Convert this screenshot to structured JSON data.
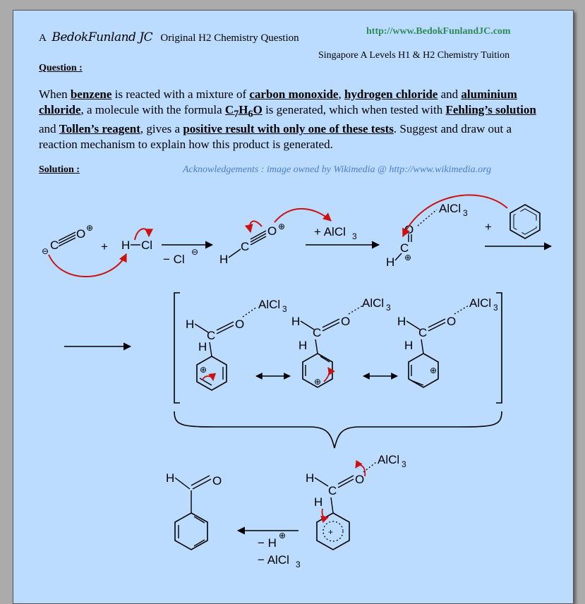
{
  "header": {
    "prefix": "A",
    "logo": "BedokFunland JC",
    "subtitle": "Original H2 Chemistry Question",
    "url": "http://www.BedokFunlandJC.com",
    "tuition": "Singapore A Levels H1 & H2 Chemistry Tuition"
  },
  "question": {
    "label": "Question :",
    "parts": [
      "When ",
      "benzene",
      " is reacted with a mixture of ",
      "carbon monoxide",
      ", ",
      "hydrogen chloride",
      " and ",
      "aluminium chloride",
      ", a molecule with the formula ",
      "C",
      "7",
      "H",
      "6",
      "O",
      " is generated, which when tested with ",
      "Fehling’s solution",
      " and ",
      "Tollen’s reagent",
      ", gives a ",
      "positive result with only one of these tests",
      ". Suggest and draw out a reaction mechanism to explain how this product is generated."
    ]
  },
  "solution": {
    "label": "Solution :",
    "acknowledgement": "Acknowledgements : image owned by Wikimedia @ http://www.wikimedia.org"
  },
  "mechanism": {
    "colors": {
      "arrow": "#cc1111",
      "line": "#000000"
    },
    "labels": {
      "minus": "−",
      "plus": "+",
      "circle_plus": "⊕",
      "circle_minus": "⊖",
      "C": "C",
      "O": "O",
      "H": "H",
      "Cl": "Cl",
      "plus_alcl3": "+ AlCl",
      "alcl3": "AlCl",
      "sub3": "3",
      "minus_cl": "− Cl",
      "minus_h": "− H",
      "minus_alcl3": "− AlCl"
    }
  }
}
